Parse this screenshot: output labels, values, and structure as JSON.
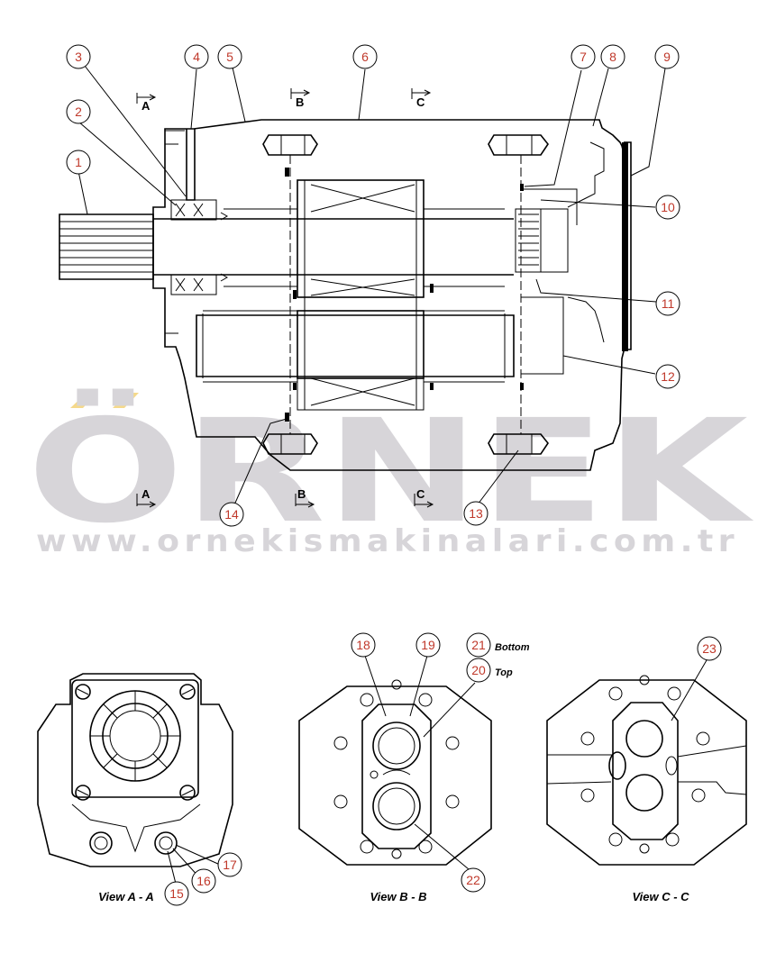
{
  "watermark": {
    "brand": "ÖRNEK",
    "url": "www.ornekismakinalari.com.tr",
    "accent_color": "#f5d98a",
    "text_color": "#d7d5d9"
  },
  "section_markers": {
    "top": [
      "A",
      "B",
      "C"
    ],
    "bottom": [
      "A",
      "B",
      "C"
    ]
  },
  "callouts": {
    "c1": "1",
    "c2": "2",
    "c3": "3",
    "c4": "4",
    "c5": "5",
    "c6": "6",
    "c7": "7",
    "c8": "8",
    "c9": "9",
    "c10": "10",
    "c11": "11",
    "c12": "12",
    "c13": "13",
    "c14": "14",
    "c15": "15",
    "c16": "16",
    "c17": "17",
    "c18": "18",
    "c19": "19",
    "c20": "20",
    "c21": "21",
    "c22": "22",
    "c23": "23"
  },
  "notes": {
    "bottom": "Bottom",
    "top": "Top"
  },
  "views": {
    "aa": "View A - A",
    "bb": "View B - B",
    "cc": "View C -  C"
  }
}
